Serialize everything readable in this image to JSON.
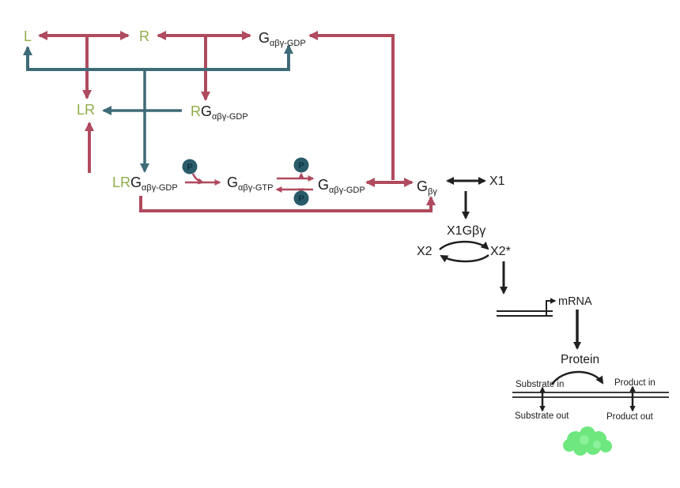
{
  "diagram": {
    "kind": "signaling-pathway-diagram",
    "colors": {
      "arrow_red": "#b04a5e",
      "arrow_teal": "#3e6b78",
      "label_green": "#8fae4a",
      "label_black": "#1c1c1c",
      "phosphate_fill": "#2a5b68",
      "phosphate_letter": "#0d3440",
      "blob_green": "#6ee77e"
    },
    "labels": {
      "l": "L",
      "r": "R",
      "g": "G",
      "lr": "LR",
      "sub_gdp": "αβγ-GDP",
      "sub_gtp": "αβγ-GTP",
      "sub_bg": "βγ",
      "p": "P",
      "x1": "X1",
      "x1gbg": "X1Gβγ",
      "x2": "X2",
      "x2_star": "X2*",
      "mrna": "mRNA",
      "protein": "Protein",
      "substrate_in": "Substrate in",
      "product_in": "Product in",
      "substrate_out": "Substrate out",
      "product_out": "Product out"
    }
  }
}
